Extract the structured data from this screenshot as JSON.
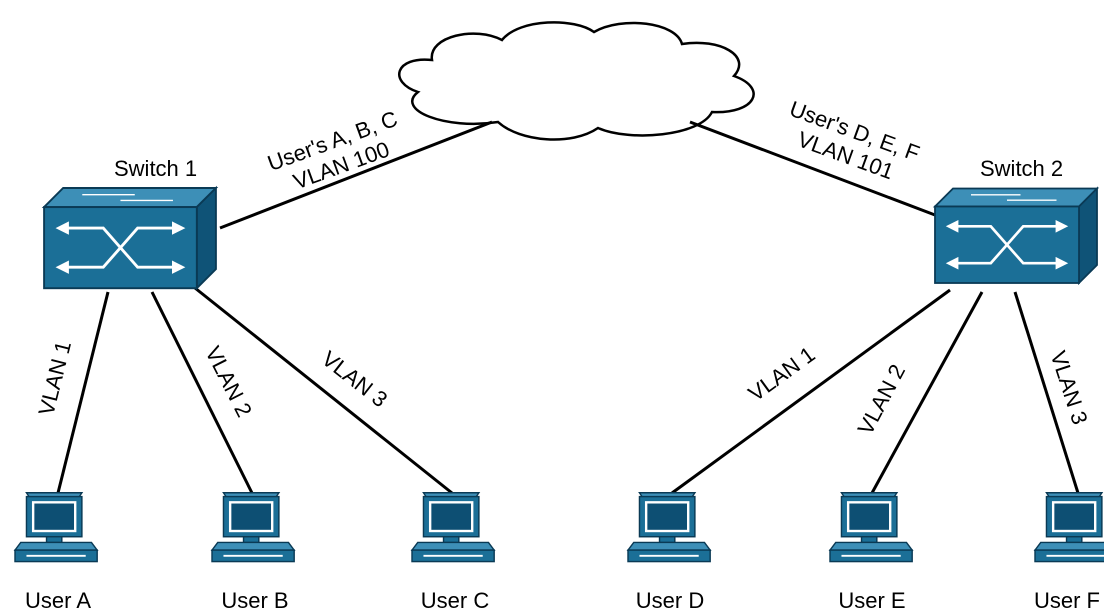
{
  "colors": {
    "device_fill": "#1b6f97",
    "device_top": "#3d8fb7",
    "device_side": "#0f5377",
    "device_stroke": "#0a3a55",
    "screen": "#0d4f73",
    "line": "#000000",
    "cloud_stroke": "#000000",
    "background": "#ffffff"
  },
  "cloud": {
    "icon": "cloud-icon"
  },
  "switches": [
    {
      "label": "Switch 1",
      "icon": "network-switch-icon"
    },
    {
      "label": "Switch 2",
      "icon": "network-switch-icon"
    }
  ],
  "users": [
    {
      "label": "User A",
      "icon": "computer-icon"
    },
    {
      "label": "User B",
      "icon": "computer-icon"
    },
    {
      "label": "User C",
      "icon": "computer-icon"
    },
    {
      "label": "User D",
      "icon": "computer-icon"
    },
    {
      "label": "User E",
      "icon": "computer-icon"
    },
    {
      "label": "User F",
      "icon": "computer-icon"
    }
  ],
  "uplinks": [
    {
      "line1": "User's A, B, C",
      "line2": "VLAN 100"
    },
    {
      "line1": "User's D, E, F",
      "line2": "VLAN 101"
    }
  ],
  "access_links": [
    {
      "label": "VLAN 1"
    },
    {
      "label": "VLAN 2"
    },
    {
      "label": "VLAN 3"
    },
    {
      "label": "VLAN 1"
    },
    {
      "label": "VLAN 2"
    },
    {
      "label": "VLAN 3"
    }
  ]
}
